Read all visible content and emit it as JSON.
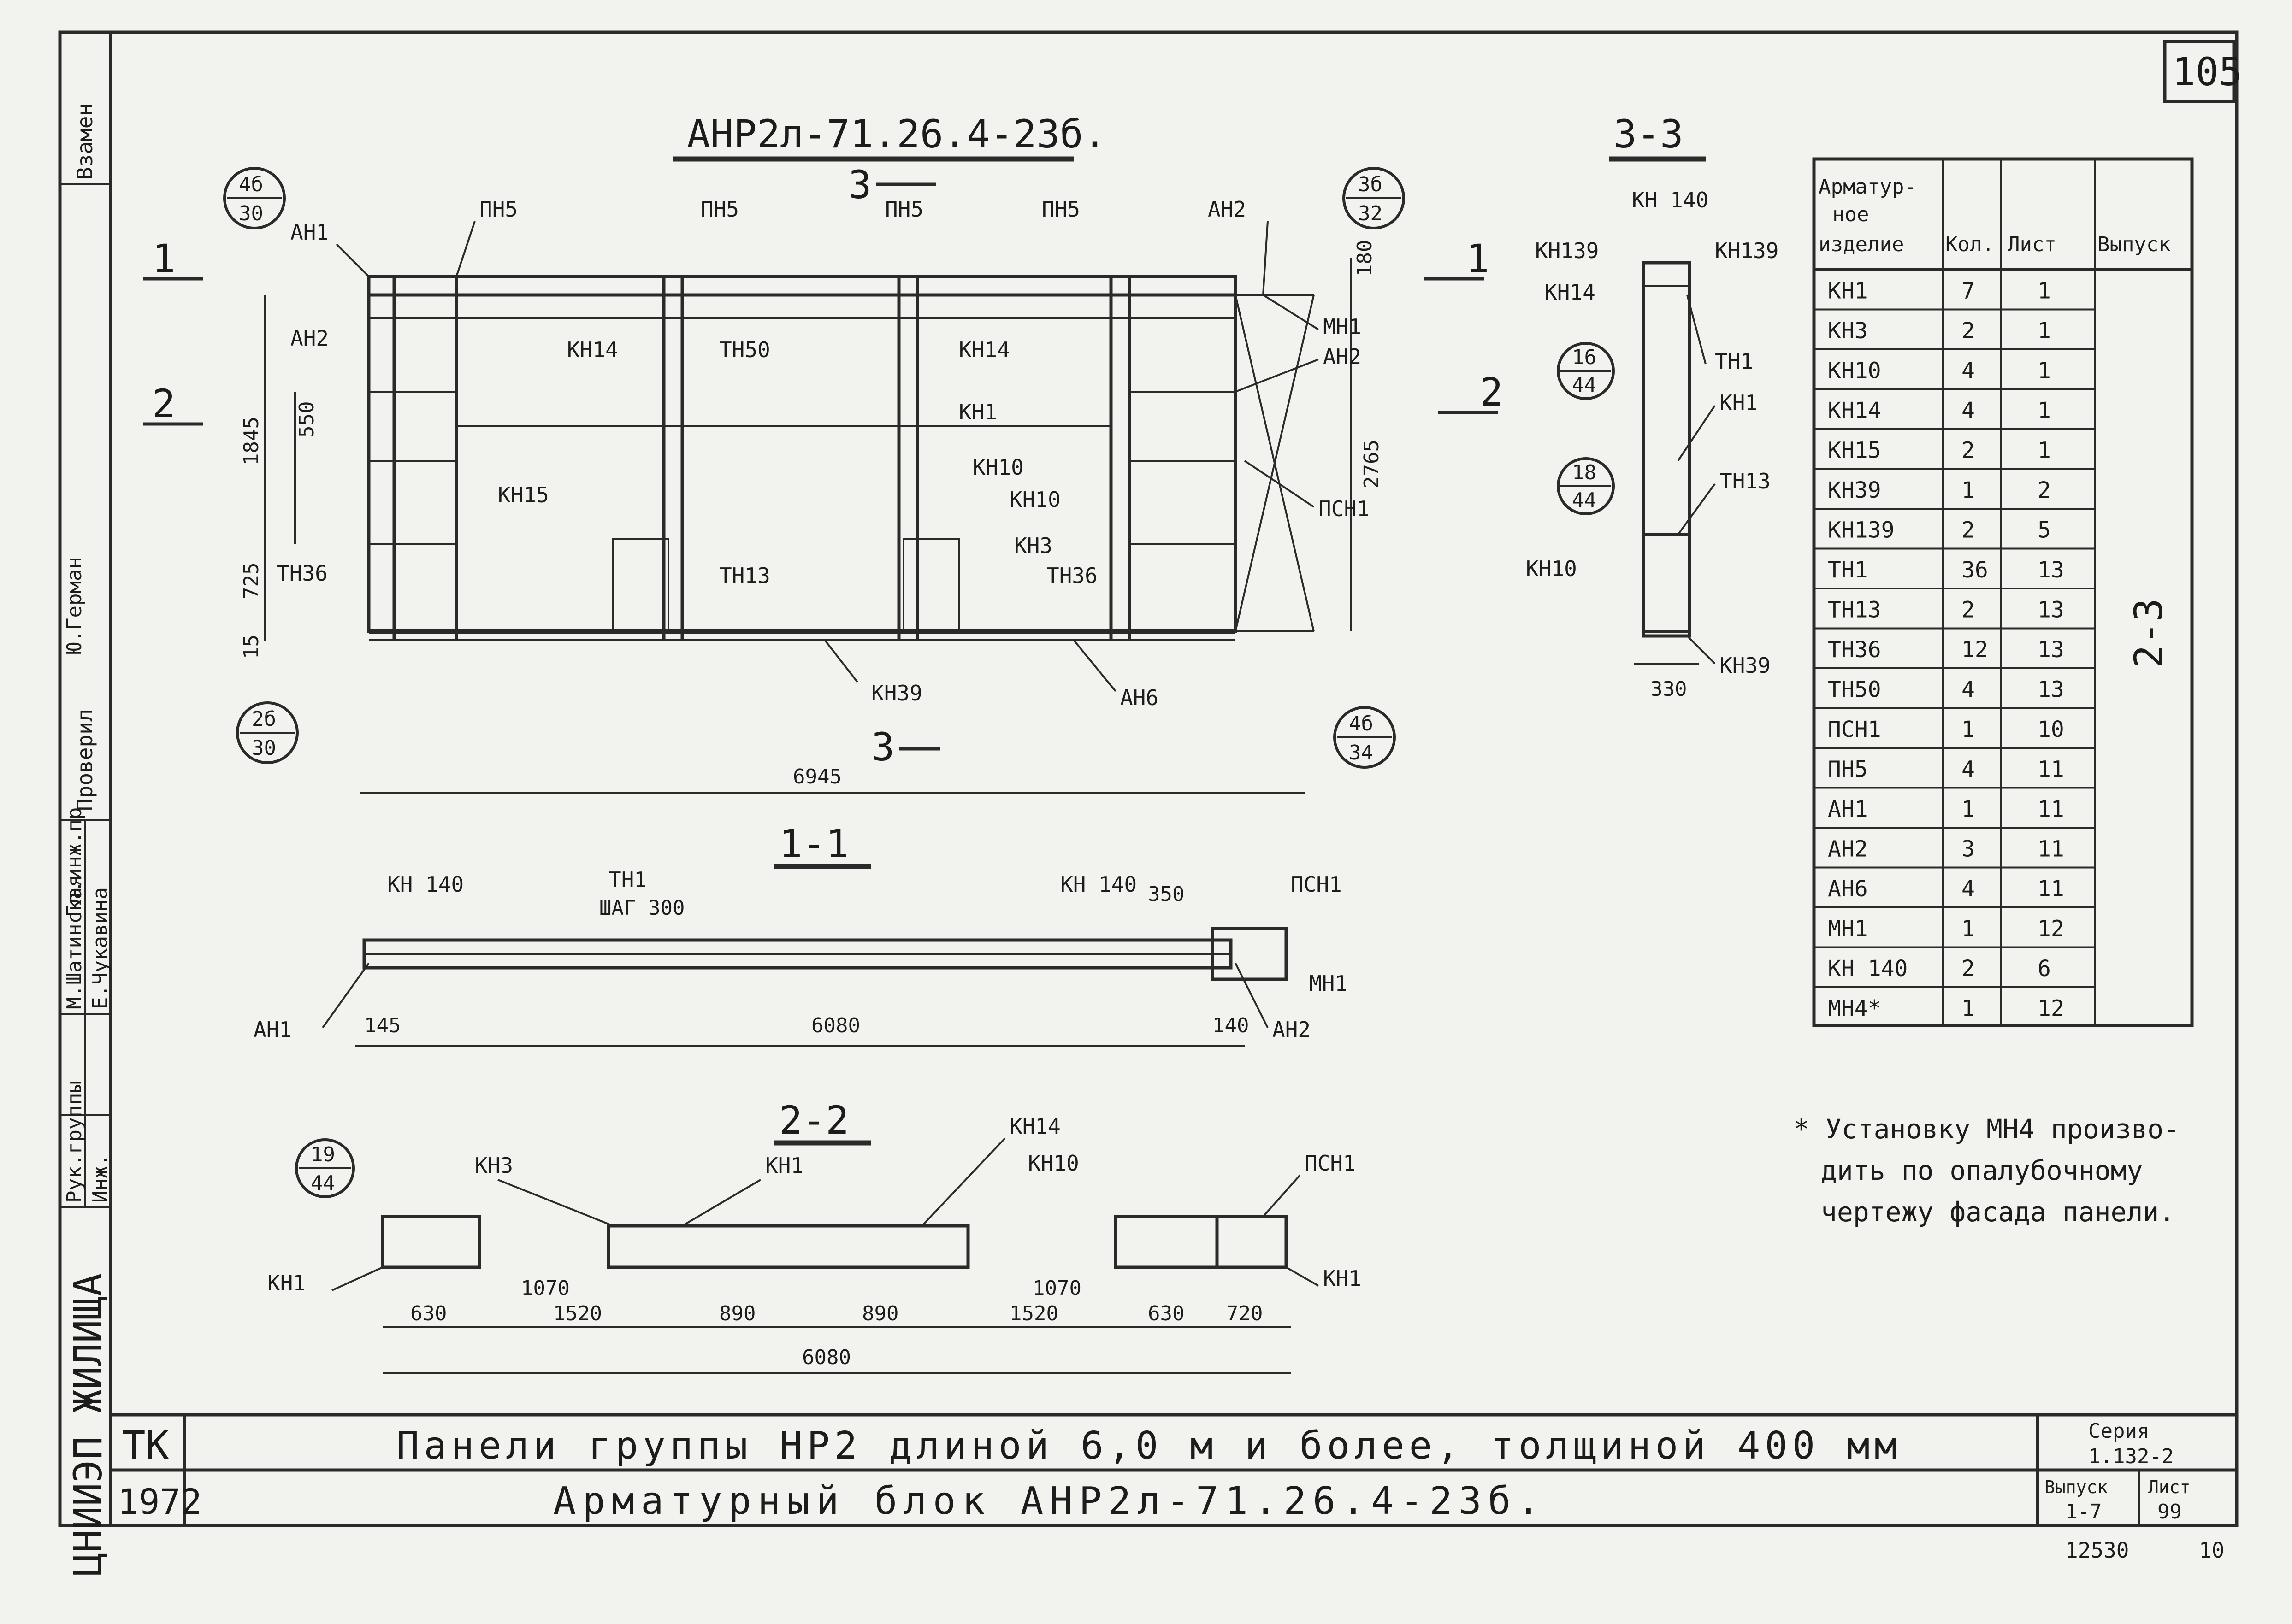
{
  "sheet": {
    "page_number": "105",
    "drawing_title": "АНР2л-71.26.4-23б.",
    "section_1": "1-1",
    "section_2": "2-2",
    "section_3": "3-3",
    "cut_1": "1",
    "cut_2": "2",
    "cut_3": "3",
    "inventory_number": "12530",
    "corner_mark": "10"
  },
  "elevation": {
    "labels": {
      "pn5": "ПН5",
      "an1": "АН1",
      "an2": "АН2",
      "an6": "АН6",
      "kn14": "КН14",
      "tn50": "ТН50",
      "kn1": "КН1",
      "kn15": "КН15",
      "kn10": "КН10",
      "kn3": "КН3",
      "tn36": "ТН36",
      "tn13": "ТН13",
      "kn39": "КН39",
      "mn1": "МН1",
      "psn1": "ПСН1"
    },
    "dims": {
      "d1845": "1845",
      "d550": "550",
      "d725": "725",
      "d15": "15",
      "d180": "180",
      "d2765": "2765",
      "d6945": "6945"
    },
    "callouts": [
      {
        "top": "4б",
        "bottom": "30"
      },
      {
        "top": "3б",
        "bottom": "32"
      },
      {
        "top": "2б",
        "bottom": "30"
      },
      {
        "top": "4б",
        "bottom": "34"
      }
    ]
  },
  "section33": {
    "labels": {
      "kn140": "КН 140",
      "kn139": "КН139",
      "kn14": "КН14",
      "tn1": "ТН1",
      "kn1": "КН1",
      "tn13": "ТН13",
      "kn10": "КН10",
      "kn39": "КН39"
    },
    "dims": {
      "d330": "330"
    },
    "callouts": [
      {
        "top": "16",
        "bottom": "44"
      },
      {
        "top": "18",
        "bottom": "44"
      }
    ]
  },
  "section11": {
    "labels": {
      "kn140": "КН 140",
      "tn1": "ТН1",
      "step": "ШАГ 300",
      "psn1": "ПСН1",
      "mn1": "МН1",
      "an1": "АН1",
      "an2": "АН2"
    },
    "dims": {
      "d145": "145",
      "d6080": "6080",
      "d140": "140",
      "d350": "350"
    }
  },
  "section22": {
    "labels": {
      "kn3": "КН3",
      "kn1": "КН1",
      "kn14": "КН14",
      "kn10": "КН10",
      "psn1": "ПСН1"
    },
    "dims": {
      "d630": "630",
      "d1070": "1070",
      "d1520": "1520",
      "d890": "890",
      "d720": "720",
      "d6080": "6080"
    },
    "callout": {
      "top": "19",
      "bottom": "44"
    }
  },
  "spec_table": {
    "headers": [
      "Арматурное изделие",
      "Кол.",
      "Лист",
      "Выпуск"
    ],
    "header_lines": [
      "Арматур-",
      "ное",
      "изделие"
    ],
    "issue": "2-3",
    "rows": [
      {
        "item": "КН1",
        "qty": "7",
        "sheet": "1"
      },
      {
        "item": "КН3",
        "qty": "2",
        "sheet": "1"
      },
      {
        "item": "КН10",
        "qty": "4",
        "sheet": "1"
      },
      {
        "item": "КН14",
        "qty": "4",
        "sheet": "1"
      },
      {
        "item": "КН15",
        "qty": "2",
        "sheet": "1"
      },
      {
        "item": "КН39",
        "qty": "1",
        "sheet": "2"
      },
      {
        "item": "КН139",
        "qty": "2",
        "sheet": "5"
      },
      {
        "item": "ТН1",
        "qty": "36",
        "sheet": "13"
      },
      {
        "item": "ТН13",
        "qty": "2",
        "sheet": "13"
      },
      {
        "item": "ТН36",
        "qty": "12",
        "sheet": "13"
      },
      {
        "item": "ТН50",
        "qty": "4",
        "sheet": "13"
      },
      {
        "item": "ПСН1",
        "qty": "1",
        "sheet": "10"
      },
      {
        "item": "ПН5",
        "qty": "4",
        "sheet": "11"
      },
      {
        "item": "АН1",
        "qty": "1",
        "sheet": "11"
      },
      {
        "item": "АН2",
        "qty": "3",
        "sheet": "11"
      },
      {
        "item": "АН6",
        "qty": "4",
        "sheet": "11"
      },
      {
        "item": "МН1",
        "qty": "1",
        "sheet": "12"
      },
      {
        "item": "КН 140",
        "qty": "2",
        "sheet": "6"
      },
      {
        "item": "МН4*",
        "qty": "1",
        "sheet": "12"
      }
    ]
  },
  "note": {
    "lines": [
      "* Установку МН4 произво-",
      "дить по опалубочному",
      "чертежу фасада панели."
    ]
  },
  "title_block": {
    "org": "ЦНИИЭП ЖИЛИЩА",
    "code": "ТК",
    "year": "1972",
    "title_line1": "Панели группы НР2 длиной 6,0 м и более, толщиной 400 мм",
    "title_line2": "Арматурный блок АНР2л-71.26.4-23б.",
    "series_label": "Серия",
    "series_value": "1.132-2",
    "issue_label": "Выпуск",
    "issue_value": "1-7",
    "sheet_label": "Лист",
    "sheet_value": "99"
  },
  "side_stamp": {
    "top_label": "Взамен",
    "check_label": "Проверил",
    "roles": [
      "Рук.группы",
      "Инж."
    ],
    "role2": [
      "Гл.инж.пр.",
      ""
    ],
    "names": [
      "М.Шатинская",
      "Е.Чукавина"
    ],
    "names2": [
      "Ю.Герман",
      ""
    ]
  }
}
